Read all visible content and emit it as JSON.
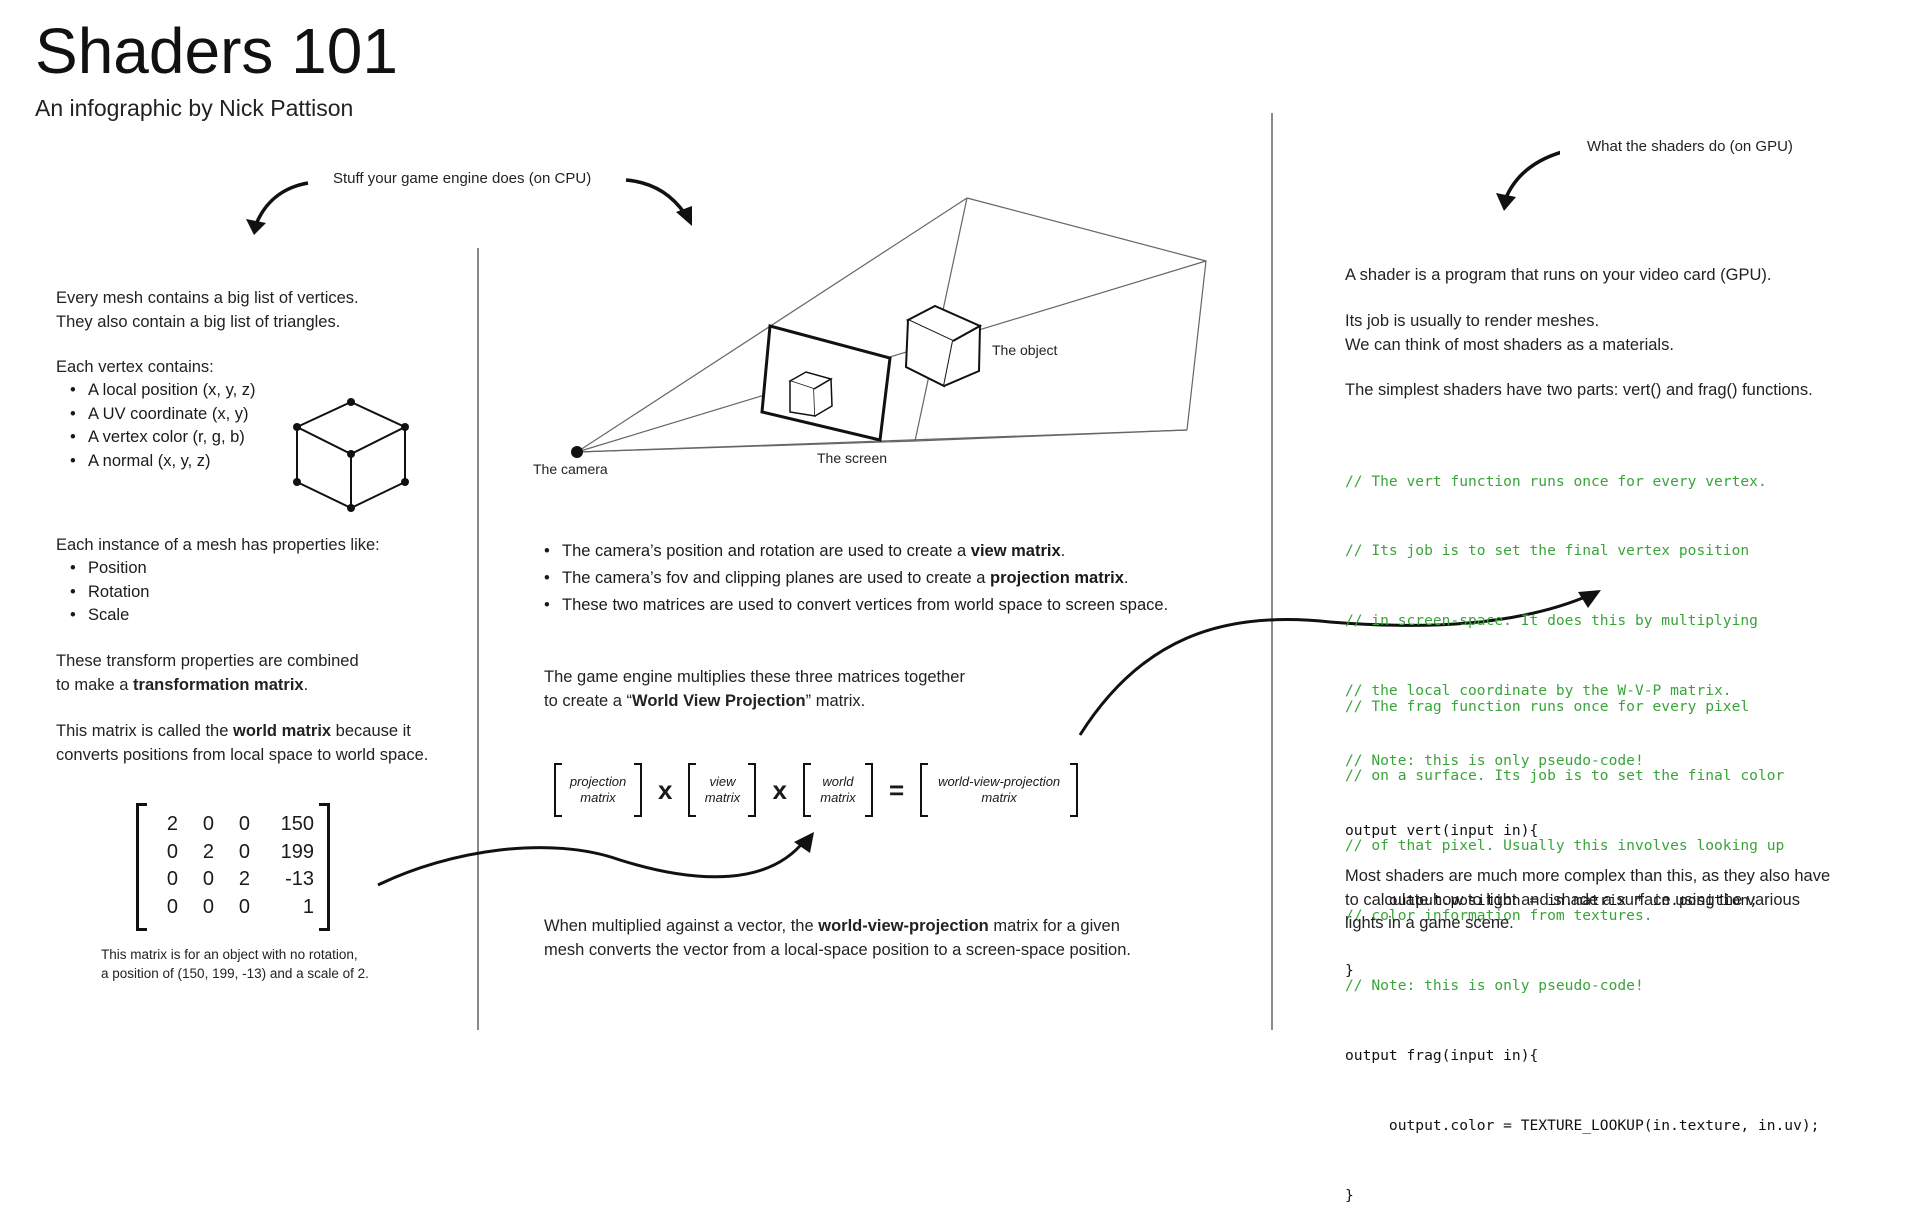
{
  "header": {
    "title": "Shaders 101",
    "subtitle": "An infographic by Nick Pattison"
  },
  "cpu_label": "Stuff your game engine does (on CPU)",
  "gpu_label": "What the shaders do (on GPU)",
  "left": {
    "mesh_intro": [
      "Every mesh contains a big list of vertices.",
      "They also contain a big list of triangles."
    ],
    "vertex_heading": "Each vertex contains:",
    "vertex_items": [
      "A local position (x, y, z)",
      "A UV coordinate (x, y)",
      "A vertex color (r, g, b)",
      "A normal (x, y, z)"
    ],
    "instance_heading": "Each instance of a mesh has properties like:",
    "instance_items": [
      "Position",
      "Rotation",
      "Scale"
    ],
    "transform_line1": "These transform properties are combined",
    "transform_line2_pre": "to make a ",
    "transform_line2_bold": "transformation matrix",
    "transform_line2_post": ".",
    "world_line1_pre": "This matrix is called the ",
    "world_line1_bold": "world matrix",
    "world_line1_post": " because it",
    "world_line2": "converts positions from local space to world space.",
    "matrix_rows": [
      [
        "2",
        "0",
        "0",
        "150"
      ],
      [
        "0",
        "2",
        "0",
        "199"
      ],
      [
        "0",
        "0",
        "2",
        "-13"
      ],
      [
        "0",
        "0",
        "0",
        "1"
      ]
    ],
    "matrix_caption": [
      "This matrix is for an object with no rotation,",
      "a position of (150, 199, -13) and a scale of 2."
    ]
  },
  "middle": {
    "diagram_labels": {
      "camera": "The camera",
      "screen": "The screen",
      "object": "The object"
    },
    "bullets": [
      {
        "pre": "The camera’s position and rotation are used to create a ",
        "bold": "view matrix",
        "post": "."
      },
      {
        "pre": "The camera’s fov and clipping planes are used to create a ",
        "bold": "projection matrix",
        "post": "."
      },
      {
        "pre": "These two matrices are used to convert vertices from world space to screen space.",
        "bold": "",
        "post": ""
      }
    ],
    "wvp_line1": "The game engine multiplies these three matrices together",
    "wvp_line2_pre": "to create a “",
    "wvp_line2_bold": "World View Projection",
    "wvp_line2_post": "” matrix.",
    "equation": {
      "projection": [
        "projection",
        "matrix"
      ],
      "view": [
        "view",
        "matrix"
      ],
      "world": [
        "world",
        "matrix"
      ],
      "result": [
        "world-view-projection",
        "matrix"
      ],
      "times": "x",
      "equals": "="
    },
    "bottom_line1_pre": "When multiplied against a vector, the ",
    "bottom_line1_bold": "world-view-projection",
    "bottom_line1_post": " matrix for a given",
    "bottom_line2": "mesh converts the vector from a local-space position to a screen-space position."
  },
  "right": {
    "p1": "A shader is a program that runs on your video card (GPU).",
    "p2": [
      "Its job is usually to render meshes.",
      "We can think of most shaders as a materials."
    ],
    "p3": "The simplest shaders have two parts: vert() and frag() functions.",
    "vert_comments": [
      "// The vert function runs once for every vertex.",
      "// Its job is to set the final vertex position",
      "// in screen-space. It does this by multiplying",
      "// the local coordinate by the W-V-P matrix.",
      "// Note: this is only pseudo-code!"
    ],
    "vert_code": [
      "output vert(input in){",
      "     output.position = in.matrix * in.position;",
      "}"
    ],
    "frag_comments": [
      "// The frag function runs once for every pixel",
      "// on a surface. Its job is to set the final color",
      "// of that pixel. Usually this involves looking up",
      "// color information from textures.",
      "// Note: this is only pseudo-code!"
    ],
    "frag_code": [
      "output frag(input in){",
      "     output.color = TEXTURE_LOOKUP(in.texture, in.uv);",
      "}"
    ],
    "closing": [
      "Most shaders are much more complex than this, as they also have",
      "to calculate how to light and shade a surface using the various",
      "lights in a game scene."
    ]
  },
  "colors": {
    "comment": "#3aa43a",
    "text": "#222222",
    "divider": "#8a8a8a"
  }
}
